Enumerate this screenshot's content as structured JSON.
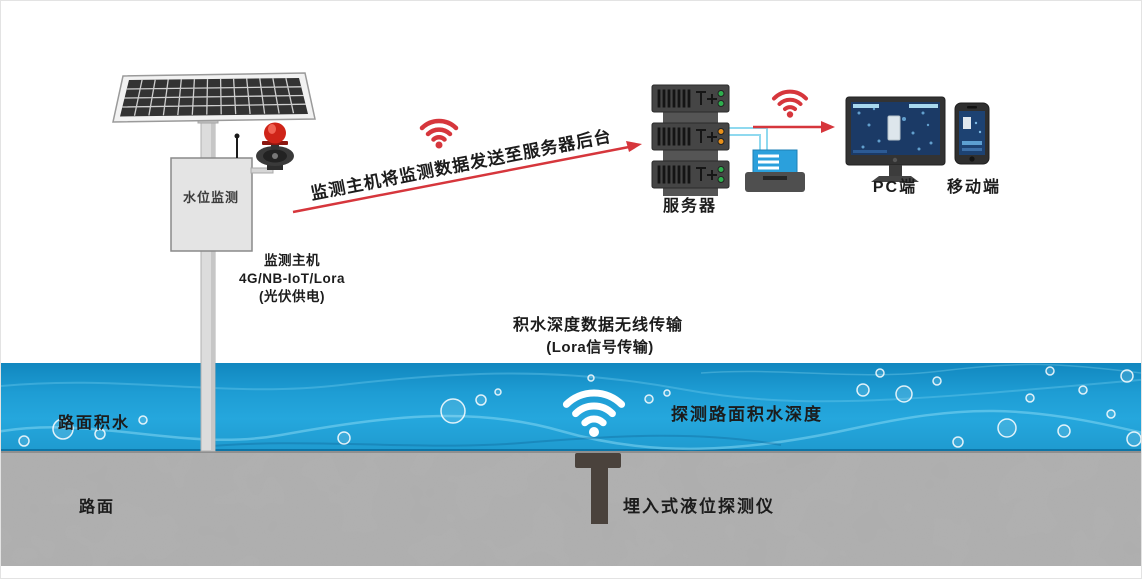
{
  "station": {
    "box_label": "水位监测",
    "caption_line1": "监测主机",
    "caption_line2": "4G/NB-IoT/Lora",
    "caption_line3": "(光伏供电)"
  },
  "uplink": {
    "label": "监测主机将监测数据发送至服务器后台"
  },
  "server": {
    "label": "服务器"
  },
  "clients": {
    "pc_label": "PC端",
    "mobile_label": "移动端"
  },
  "lora": {
    "line1": "积水深度数据无线传输",
    "line2": "(Lora信号传输)"
  },
  "water": {
    "label": "路面积水",
    "detect_label": "探测路面积水深度"
  },
  "road": {
    "label": "路面"
  },
  "sensor": {
    "label": "埋入式液位探测仪"
  },
  "icons": {
    "uplink_signal": "wifi-signal-icon",
    "server_to_client_signal": "wifi-signal-icon",
    "sensor_signal": "wifi-signal-icon",
    "alarm": "beacon-alarm-icon",
    "solar": "solar-panel-icon"
  },
  "colors": {
    "signal_red": "#d6363c",
    "alarm_red": "#cf2418",
    "water_blue": "#1e9cd4",
    "road_gray": "#b0b0b0",
    "cable_cyan": "#8fd9ef",
    "screen_navy": "#1b3a66",
    "modem_blue": "#2ba0dc",
    "led_green": "#2eaf4e",
    "led_orange": "#e8901a"
  }
}
